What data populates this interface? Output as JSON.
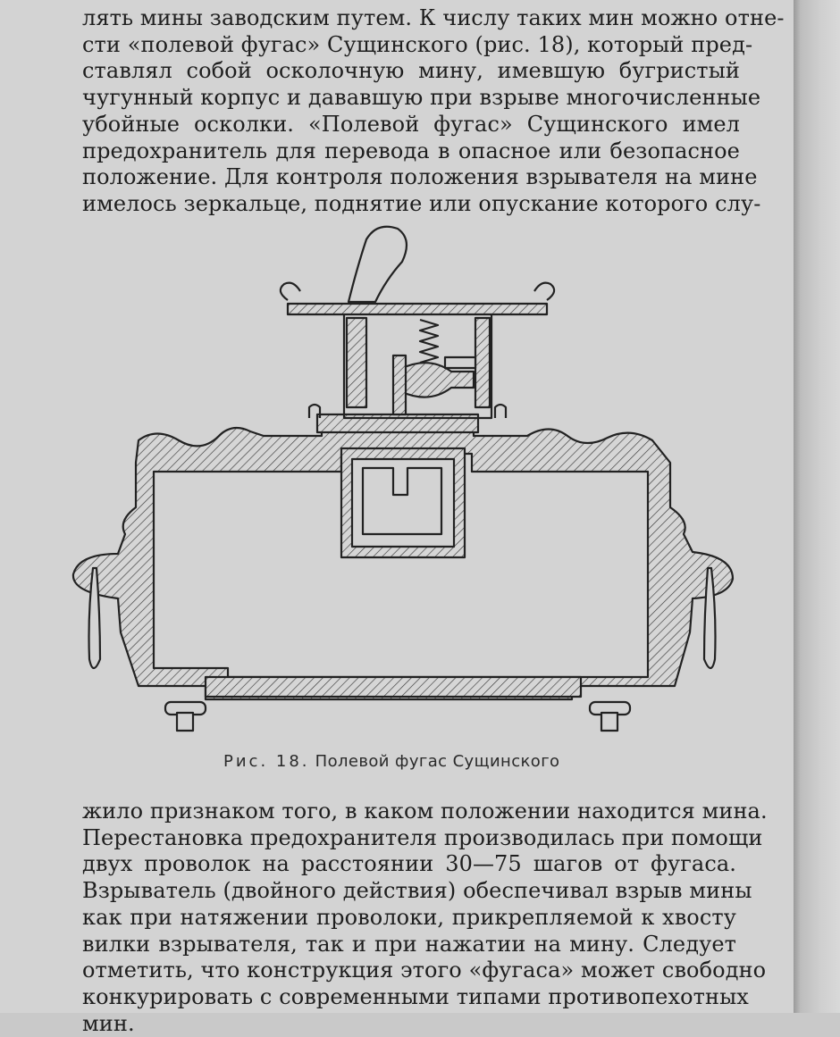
{
  "paragraph_top": [
    "лять  мины заводским путем. К числу  таких мин можно отне-",
    "сти «полевой фугас» Сущинского (рис. 18), который пред-",
    "ставлял собой  осколочную  мину,  имевшую бугристый",
    "чугунный корпус и дававшую при взрыве  многочисленные",
    "убойные  осколки.  «Полевой  фугас»  Сущинского  имел",
    "предохранитель для перевода в опасное или безопасное",
    "положение. Для контроля положения взрывателя на мине",
    "имелось зеркальце, поднятие или опускание которого слу-"
  ],
  "figure": {
    "caption_label": "Рис. 18.",
    "caption_text": "Полевой фугас Сущинского"
  },
  "paragraph_bottom": [
    "жило признаком того, в каком положении находится мина.",
    "Перестановка предохранителя производилась при помощи",
    "двух проволок на расстоянии 30—75 шагов от фугаса.",
    "Взрыватель (двойного действия) обеспечивал взрыв мины",
    "как при натяжении проволоки, прикрепляемой к хвосту",
    "вилки взрывателя, так и при нажатии на мину. Следует",
    "отметить, что конструкция этого «фугаса» может свободно",
    "конкурировать с современными типами противопехотных",
    "мин."
  ],
  "colors": {
    "paper": "#d3d3d3",
    "ink": "#1e1e1e"
  }
}
